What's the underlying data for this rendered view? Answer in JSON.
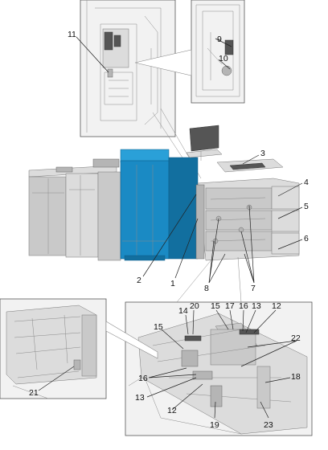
{
  "callouts": {
    "c1": "1",
    "c2": "2",
    "c3": "3",
    "c4": "4",
    "c5": "5",
    "c6": "6",
    "c7": "7",
    "c8": "8",
    "c9": "9",
    "c10": "10",
    "c11": "11",
    "c12a": "12",
    "c12b": "12",
    "c13a": "13",
    "c13b": "13",
    "c14": "14",
    "c15a": "15",
    "c15b": "15",
    "c16a": "16",
    "c16b": "16",
    "c17": "17",
    "c18": "18",
    "c19": "19",
    "c20": "20",
    "c21": "21",
    "c22": "22",
    "c23": "23"
  },
  "colors": {
    "machine_body": "#1a8ac4",
    "machine_grey": "#c9c9c9",
    "background": "#ffffff"
  }
}
